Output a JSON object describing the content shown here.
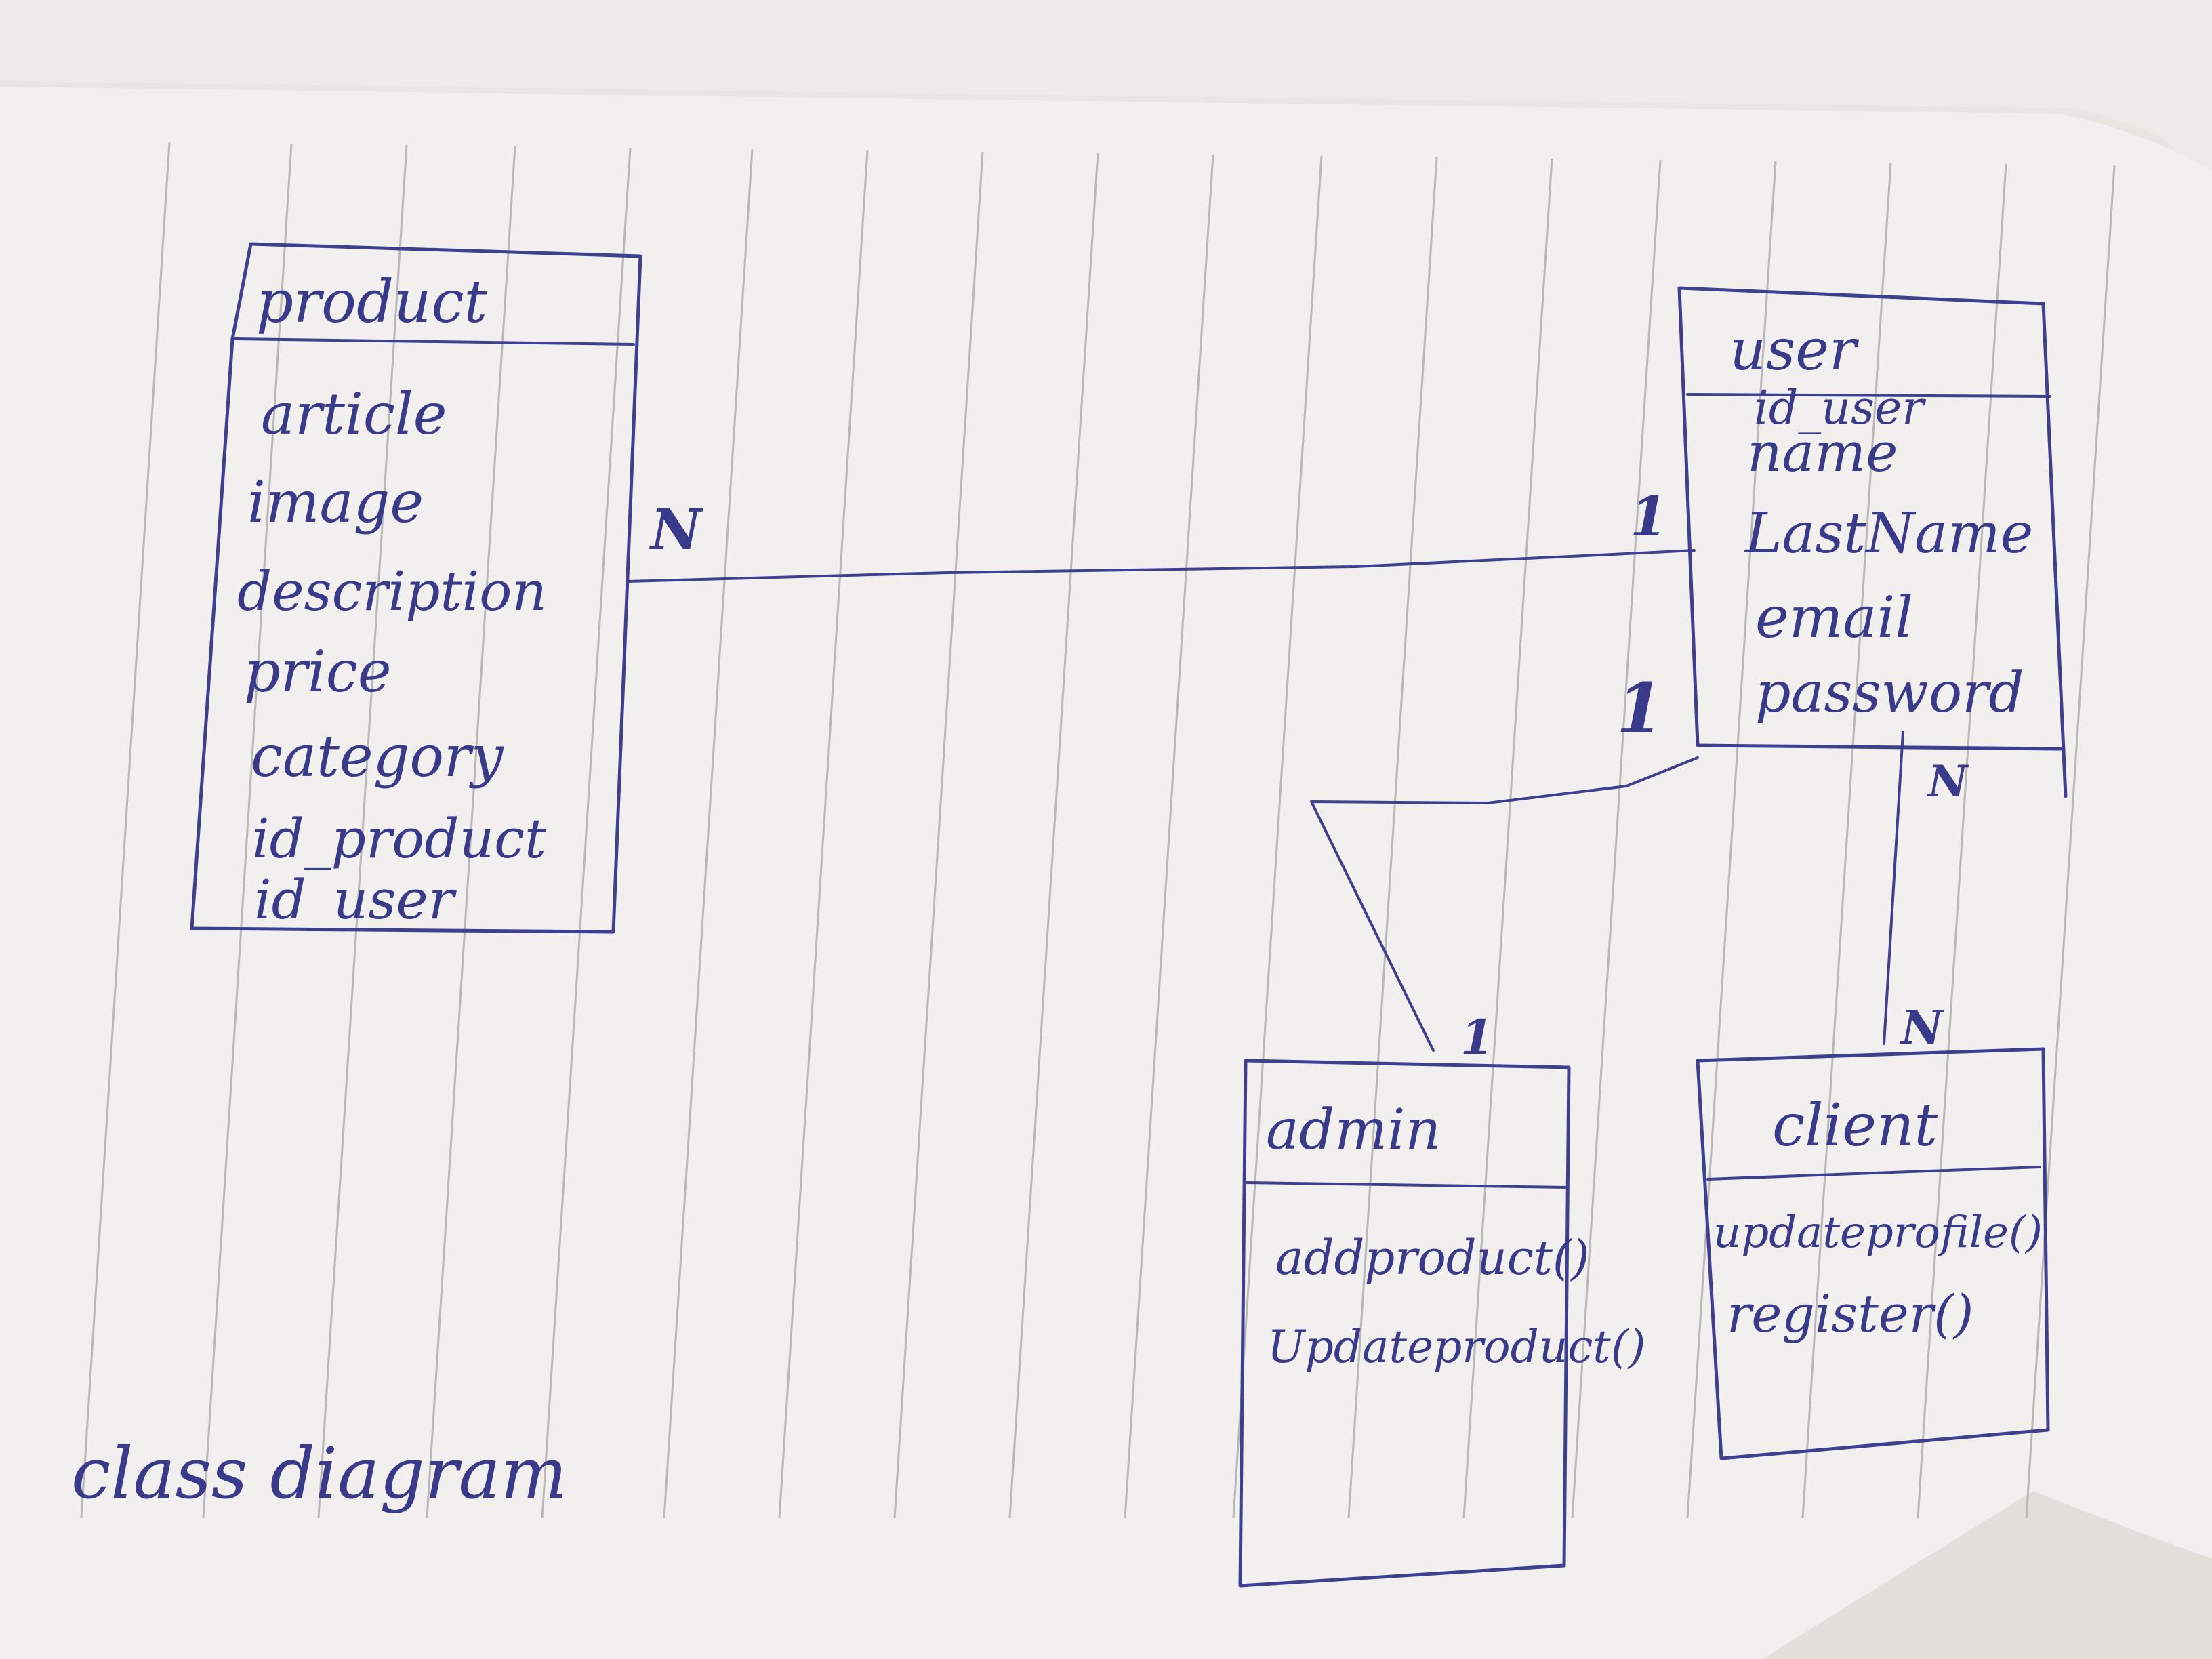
{
  "diagram": {
    "caption": "class diagram",
    "classes": {
      "product": {
        "name": "product",
        "attributes": [
          "article",
          "image",
          "description",
          "price",
          "category",
          "id_product",
          "id_user"
        ]
      },
      "user": {
        "name": "user",
        "attributes": [
          "id_user",
          "name",
          "LastName",
          "email",
          "password"
        ]
      },
      "admin": {
        "name": "admin",
        "methods": [
          "addproduct()",
          "Updateproduct()"
        ]
      },
      "client": {
        "name": "client",
        "methods": [
          "updateprofile()",
          "register()"
        ]
      }
    },
    "associations": [
      {
        "from": "product",
        "to": "user",
        "from_mult": "N",
        "to_mult": "1"
      },
      {
        "from": "user",
        "to": "admin",
        "from_mult": "1",
        "to_mult": "1"
      },
      {
        "from": "user",
        "to": "client",
        "from_mult": "N",
        "to_mult": "N"
      }
    ]
  },
  "colors": {
    "ink": "#3f3f8f",
    "paper": "#f1f0ee",
    "ruling": "#b9b7b8"
  }
}
